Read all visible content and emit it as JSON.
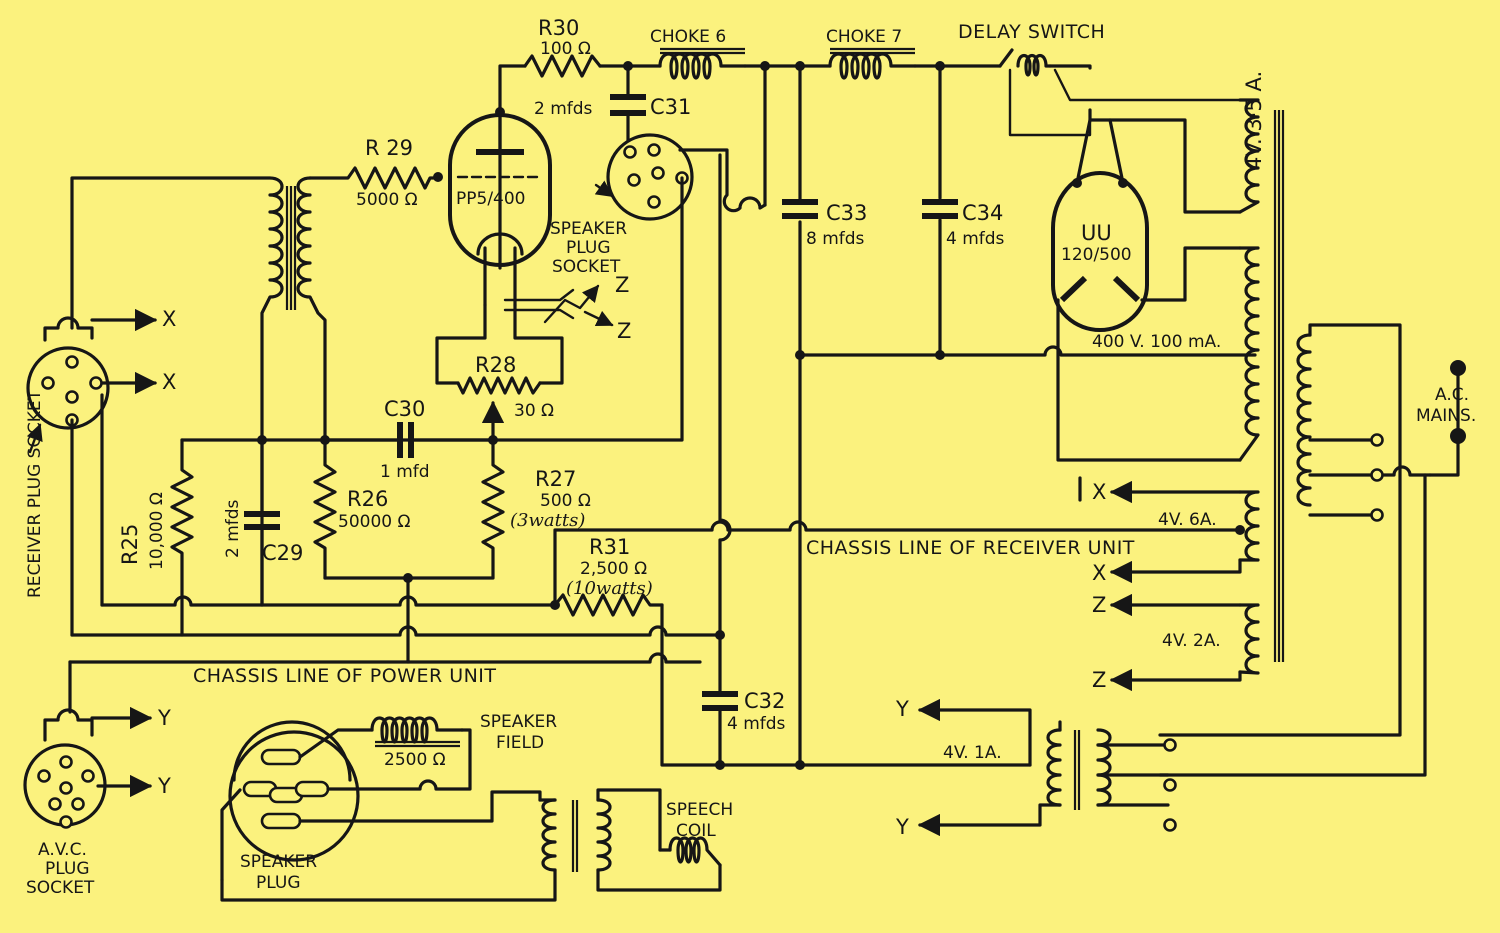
{
  "colors": {
    "background": "#fbf27e",
    "ink": "#161616"
  },
  "labels": {
    "r30": "R30",
    "r30_val": "100 Ω",
    "choke6": "CHOKE 6",
    "choke7": "CHOKE 7",
    "delay_switch": "DELAY SWITCH",
    "c31_val": "2 mfds",
    "c31": "C31",
    "r29": "R 29",
    "r29_val": "5000 Ω",
    "tube_pp": "PP5/400",
    "speaker_socket_1": "SPEAKER",
    "speaker_socket_2": "PLUG",
    "speaker_socket_3": "SOCKET",
    "c33": "C33",
    "c33_val": "8 mfds",
    "c34": "C34",
    "c34_val": "4 mfds",
    "tube_uu_1": "UU",
    "tube_uu_2": "120/500",
    "sec_4v35": "4V. 3·5 A.",
    "sec_400v": "400 V. 100 mA.",
    "ac_mains_1": "A.C.",
    "ac_mains_2": "MAINS.",
    "r28": "R28",
    "r28_val": "30 Ω",
    "c30": "C30",
    "c30_val": "1 mfd",
    "r27": "R27",
    "r27_val": "500 Ω",
    "r27_watts": "(3watts)",
    "r26": "R26",
    "r26_val": "50000 Ω",
    "r25": "R25",
    "r25_val": "10,000 Ω",
    "c29": "C29",
    "c29_val": "2 mfds",
    "receiver_socket": "RECEIVER PLUG SOCKET",
    "r31": "R31",
    "r31_val": "2,500 Ω",
    "r31_watts": "(10watts)",
    "chassis_receiver": "CHASSIS LINE OF RECEIVER UNIT",
    "chassis_power": "CHASSIS LINE OF POWER UNIT",
    "sec_4v6": "4V. 6A.",
    "sec_4v2": "4V. 2A.",
    "sec_4v1": "4V. 1A.",
    "c32": "C32",
    "c32_val": "4 mfds",
    "speaker_field_1": "SPEAKER",
    "speaker_field_2": "FIELD",
    "field_val": "2500 Ω",
    "speech_coil_1": "SPEECH",
    "speech_coil_2": "COIL",
    "speaker_plug_1": "SPEAKER",
    "speaker_plug_2": "PLUG",
    "avc_1": "A.V.C.",
    "avc_2": "PLUG",
    "avc_3": "SOCKET",
    "x": "X",
    "y": "Y",
    "z": "Z"
  }
}
